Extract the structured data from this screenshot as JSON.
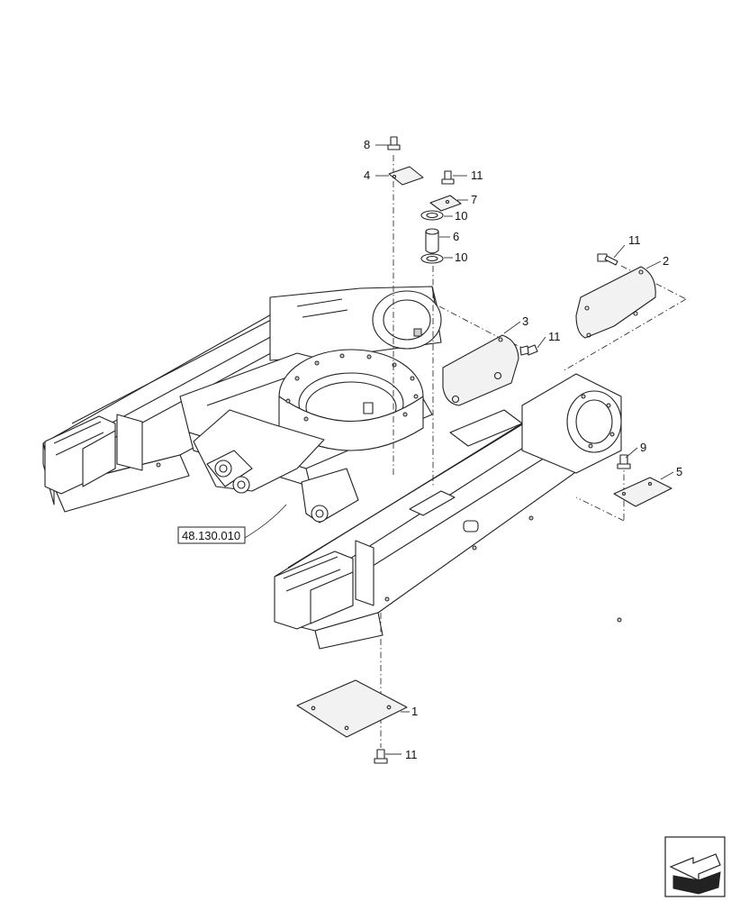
{
  "callouts": {
    "c1": "1",
    "c2": "2",
    "c3": "3",
    "c4": "4",
    "c5": "5",
    "c6": "6",
    "c7": "7",
    "c8": "8",
    "c9": "9",
    "c10a": "10",
    "c10b": "10",
    "c11a": "11",
    "c11b": "11",
    "c11c": "11",
    "c11d": "11"
  },
  "reference": {
    "label": "48.130.010"
  },
  "nav": {
    "icon": "arrow-icon"
  },
  "colors": {
    "line": "#222222",
    "background": "#ffffff"
  }
}
